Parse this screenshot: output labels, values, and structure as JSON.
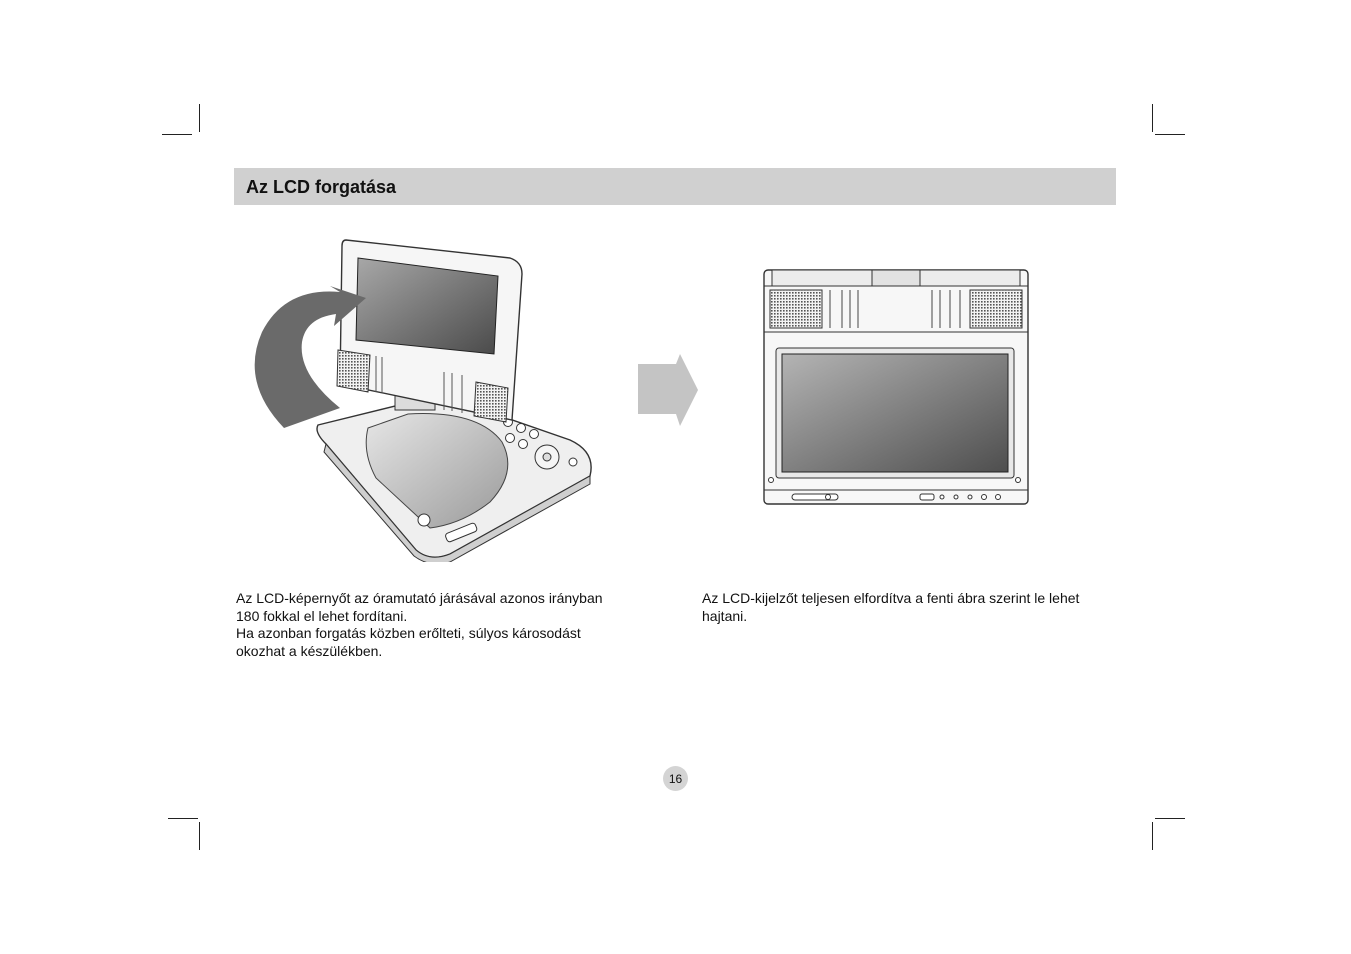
{
  "section": {
    "title": "Az LCD forgatása"
  },
  "figures": {
    "left": {
      "icon": "dvd-player-rotating-lcd-illustration"
    },
    "arrow": {
      "icon": "right-arrow-icon"
    },
    "right": {
      "icon": "dvd-player-folded-lcd-illustration"
    }
  },
  "text": {
    "left_line1": "Az LCD-képernyőt az óramutató járásával azonos irányban",
    "left_line2": "180 fokkal el lehet fordítani.",
    "left_line3": "Ha azonban forgatás közben erőlteti, súlyos károsodást",
    "left_line4": "okozhat a készülékben.",
    "right_line1": "Az LCD-kijelzőt teljesen elfordítva a fenti ábra szerint le lehet",
    "right_line2": "hajtani."
  },
  "page": {
    "number": "16"
  },
  "colors": {
    "header_bg": "#d0d0d0",
    "arrow_dark": "#6a6a6a",
    "arrow_light": "#c4c4c4",
    "badge_bg": "#d4d4d4"
  }
}
